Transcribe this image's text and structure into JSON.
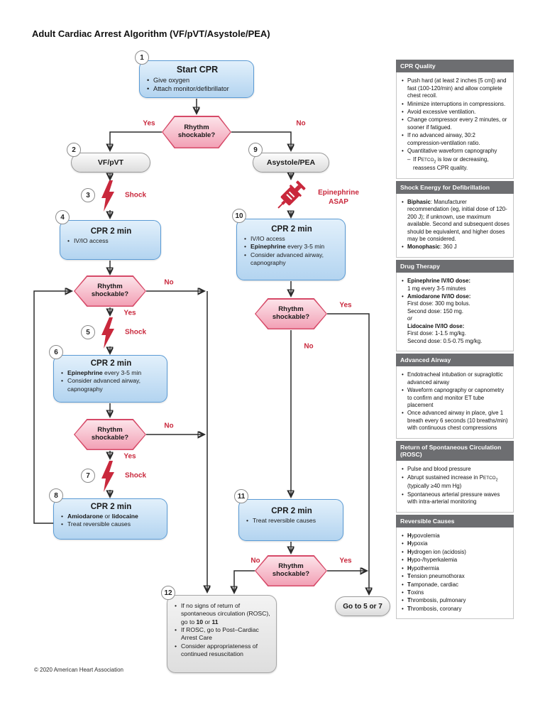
{
  "title": "Adult Cardiac Arrest Algorithm (VF/pVT/Asystole/PEA)",
  "footer": "© 2020 American Heart Association",
  "labels": {
    "yes": "Yes",
    "no": "No"
  },
  "decision": {
    "label": "Rhythm shockable?"
  },
  "nodes": {
    "start": {
      "num": "1",
      "title": "Start CPR",
      "bullets": [
        "Give oxygen",
        "Attach monitor/defibrillator"
      ]
    },
    "vfpvt": {
      "num": "2",
      "label": "VF/pVT"
    },
    "s3": {
      "num": "3",
      "label": "Shock"
    },
    "cpr4": {
      "num": "4",
      "title": "CPR 2 min",
      "bullets": [
        "IV/IO access"
      ]
    },
    "s5": {
      "num": "5",
      "label": "Shock"
    },
    "cpr6": {
      "num": "6",
      "title": "CPR 2 min",
      "bullets": [
        [
          {
            "t": "Epinephrine",
            "b": 1
          },
          {
            "t": " every 3-5 min"
          }
        ],
        [
          {
            "t": "Consider advanced airway, capnography"
          }
        ]
      ]
    },
    "s7": {
      "num": "7",
      "label": "Shock"
    },
    "cpr8": {
      "num": "8",
      "title": "CPR 2 min",
      "bullets": [
        [
          {
            "t": "Amiodarone",
            "b": 1
          },
          {
            "t": " or "
          },
          {
            "t": "lidocaine",
            "b": 1
          }
        ],
        [
          {
            "t": "Treat reversible causes"
          }
        ]
      ]
    },
    "asys": {
      "num": "9",
      "label": "Asystole/PEA"
    },
    "epi": {
      "line1": "Epinephrine",
      "line2": "ASAP"
    },
    "cpr10": {
      "num": "10",
      "title": "CPR 2 min",
      "bullets": [
        [
          {
            "t": "IV/IO access"
          }
        ],
        [
          {
            "t": "Epinephrine",
            "b": 1
          },
          {
            "t": " every 3-5 min"
          }
        ],
        [
          {
            "t": "Consider advanced airway, capnography"
          }
        ]
      ]
    },
    "cpr11": {
      "num": "11",
      "title": "CPR 2 min",
      "bullets": [
        "Treat reversible causes"
      ]
    },
    "box12": {
      "num": "12",
      "bullets": [
        [
          {
            "t": "If no signs of return of spontaneous circulation (ROSC), go to "
          },
          {
            "t": "10",
            "b": 1
          },
          {
            "t": " or "
          },
          {
            "t": "11",
            "b": 1
          }
        ],
        [
          {
            "t": "If ROSC, go to Post–Cardiac Arrest Care"
          }
        ],
        [
          {
            "t": "Consider appropriateness of continued resuscitation"
          }
        ]
      ]
    },
    "goto": {
      "label": "Go to 5 or 7"
    }
  },
  "sidebar": {
    "panels": [
      {
        "title": "CPR Quality",
        "items": [
          "Push hard (at least 2 inches [5 cm]) and fast (100-120/min) and allow complete chest recoil.",
          "Minimize interruptions in compressions.",
          "Avoid excessive ventilation.",
          "Change compressor every 2 minutes, or sooner if fatigued.",
          "If no advanced airway, 30:2 compression-ventilation ratio.",
          "Quantitative waveform capnography",
          {
            "cls": "dash",
            "segs": [
              {
                "t": "If P"
              },
              {
                "t": "ETCO",
                "sc": 1
              },
              {
                "t": "2",
                "sub": 1
              },
              {
                "t": " is low or decreasing, reassess CPR quality."
              }
            ]
          }
        ]
      },
      {
        "title": "Shock Energy for Defibrillation",
        "items": [
          [
            {
              "t": "Biphasic",
              "b": 1
            },
            {
              "t": ": Manufacturer recommendation (eg, initial dose of 120-200 J); if unknown, use maximum available. Second and subsequent doses should be equivalent, and higher doses may be considered."
            }
          ],
          [
            {
              "t": "Monophasic",
              "b": 1
            },
            {
              "t": ": 360 J"
            }
          ]
        ]
      },
      {
        "title": "Drug Therapy",
        "items": [
          [
            {
              "t": "Epinephrine IV/IO dose:",
              "b": 1
            },
            {
              "br": 1
            },
            {
              "t": "1 mg every 3-5 minutes"
            }
          ],
          [
            {
              "t": "Amiodarone IV/IO dose:",
              "b": 1
            },
            {
              "br": 1
            },
            {
              "t": "First dose: 300 mg bolus."
            },
            {
              "br": 1
            },
            {
              "t": "Second dose: 150 mg."
            },
            {
              "br": 1
            },
            {
              "t": "or",
              "i": 1
            },
            {
              "br": 1
            },
            {
              "t": "Lidocaine IV/IO dose:",
              "b": 1
            },
            {
              "br": 1
            },
            {
              "t": "First dose: 1-1.5 mg/kg."
            },
            {
              "br": 1
            },
            {
              "t": "Second dose: 0.5-0.75 mg/kg."
            }
          ]
        ]
      },
      {
        "title": "Advanced Airway",
        "items": [
          "Endotracheal intubation or supraglottic advanced airway",
          "Waveform capnography or capnometry to confirm and monitor ET tube placement",
          "Once advanced airway in place, give 1 breath every 6 seconds (10 breaths/min) with continuous chest compressions"
        ]
      },
      {
        "title": "Return of Spontaneous Circulation (ROSC)",
        "items": [
          "Pulse and blood pressure",
          [
            {
              "t": "Abrupt sustained increase in P"
            },
            {
              "t": "ETCO",
              "sc": 1
            },
            {
              "t": "2",
              "sub": 1
            },
            {
              "t": " (typically ≥40 mm Hg)"
            }
          ],
          "Spontaneous arterial pressure waves with intra-arterial monitoring"
        ]
      },
      {
        "title": "Reversible Causes",
        "items": [
          [
            {
              "t": "H",
              "b": 1
            },
            {
              "t": "ypovolemia"
            }
          ],
          [
            {
              "t": "H",
              "b": 1
            },
            {
              "t": "ypoxia"
            }
          ],
          [
            {
              "t": "H",
              "b": 1
            },
            {
              "t": "ydrogen ion (acidosis)"
            }
          ],
          [
            {
              "t": "H",
              "b": 1
            },
            {
              "t": "ypo-/hyperkalemia"
            }
          ],
          [
            {
              "t": "H",
              "b": 1
            },
            {
              "t": "ypothermia"
            }
          ],
          [
            {
              "t": "T",
              "b": 1
            },
            {
              "t": "ension pneumothorax"
            }
          ],
          [
            {
              "t": "T",
              "b": 1
            },
            {
              "t": "amponade, cardiac"
            }
          ],
          [
            {
              "t": "T",
              "b": 1
            },
            {
              "t": "oxins"
            }
          ],
          [
            {
              "t": "T",
              "b": 1
            },
            {
              "t": "hrombosis, pulmonary"
            }
          ],
          [
            {
              "t": "T",
              "b": 1
            },
            {
              "t": "hrombosis, coronary"
            }
          ]
        ]
      }
    ]
  },
  "colors": {
    "red": "#c9283c",
    "line": "#2b2b2b",
    "box_blue_border": "#5b9bd5",
    "box_blue_top": "#e2f0fb",
    "box_blue_bottom": "#b3d4f0",
    "hex_border": "#d64a68",
    "hex_top": "#fce3e9",
    "hex_bottom": "#f2a0b5",
    "gray_border": "#9b9b9b",
    "gray_top": "#fcfcfc",
    "gray_bottom": "#dcdcdc",
    "panel_header_bg": "#6d6e71",
    "panel_header_text": "#ffffff"
  }
}
